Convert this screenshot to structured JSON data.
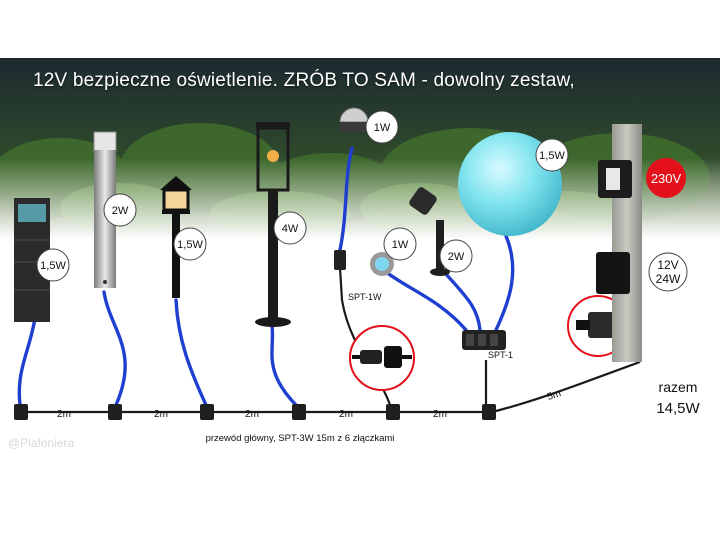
{
  "title": "12V bezpieczne oświetlenie. ZRÓB TO SAM - dowolny zestaw,",
  "watermark": "@Plafoniera",
  "lamp_labels": {
    "bollard_dark": "1,5W",
    "bollard_steel": "2W",
    "lantern_small": "1,5W",
    "lantern_tall": "4W",
    "spot_round": "1W",
    "ground_spot": "1W",
    "spotlight": "2W",
    "sphere": "1,5W"
  },
  "transformer": {
    "input": "230V",
    "output_voltage": "12V",
    "output_power": "24W"
  },
  "connector_labels": {
    "spt_1w": "SPT-1W",
    "spt_1": "SPT-1"
  },
  "cable_segments": [
    "2m",
    "2m",
    "2m",
    "2m",
    "2m",
    "5m"
  ],
  "main_cable": "przewód główny, SPT-3W 15m z 6 złączkami",
  "total": {
    "label": "razem",
    "value": "14,5W"
  },
  "colors": {
    "cable_blue": "#1f3fd0",
    "cable_black": "#1a1a1a",
    "badge_red": "#e4101a"
  }
}
